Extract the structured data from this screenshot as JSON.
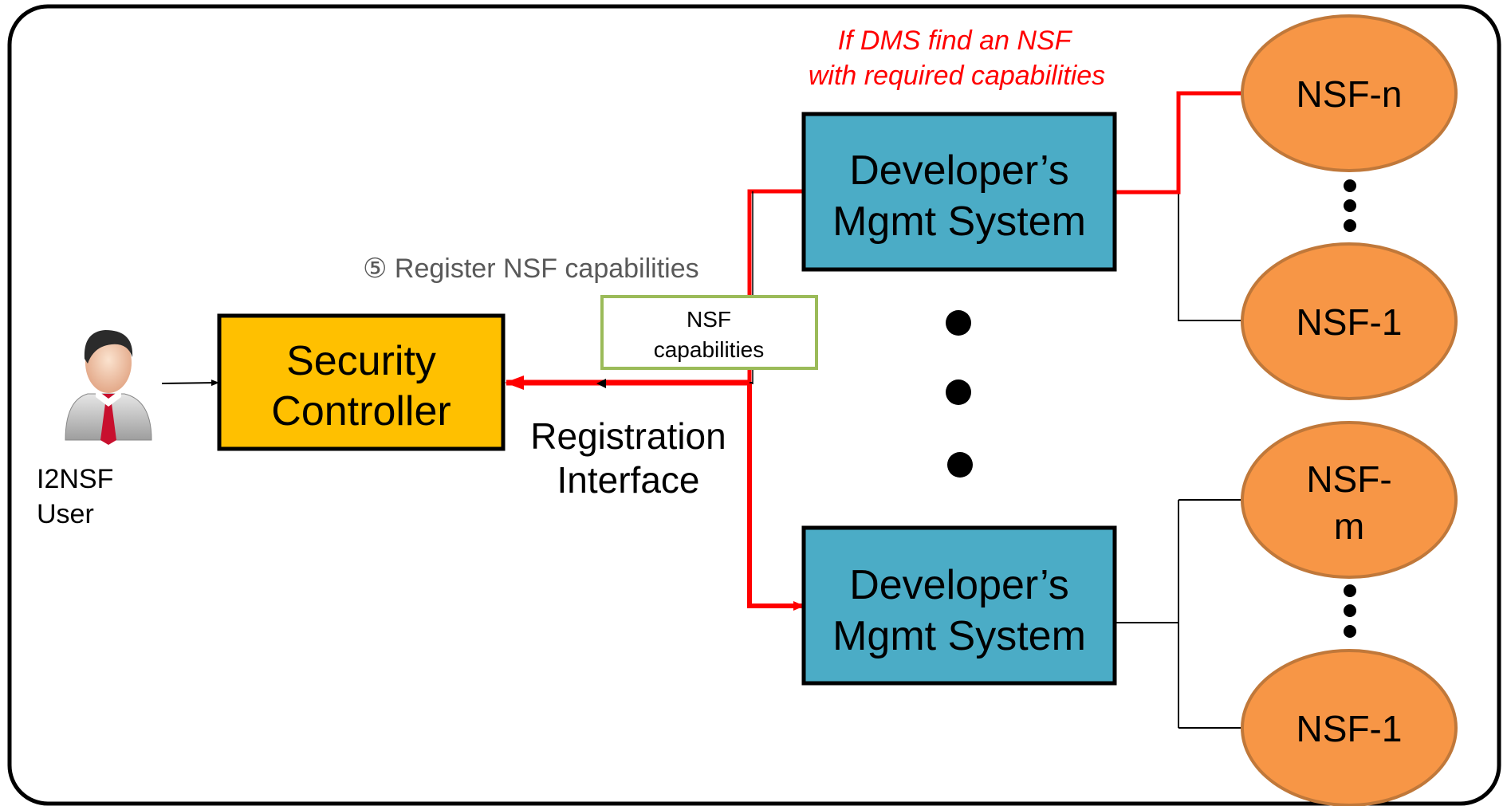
{
  "note": {
    "line1": "If DMS find an NSF",
    "line2": "with required capabilities"
  },
  "step_label": "⑤ Register NSF capabilities",
  "user": {
    "line1": "I2NSF",
    "line2": "User"
  },
  "security_controller": {
    "line1": "Security",
    "line2": "Controller"
  },
  "nsf_capabilities_box": {
    "line1": "NSF",
    "line2": "capabilities"
  },
  "registration_interface": {
    "line1": "Registration",
    "line2": "Interface"
  },
  "dms_top": {
    "line1": "Developer’s",
    "line2": "Mgmt System"
  },
  "dms_bottom": {
    "line1": "Developer’s",
    "line2": "Mgmt System"
  },
  "nsf_nodes": {
    "top_a": "NSF-n",
    "top_b": "NSF-1",
    "bottom_a_line1": "NSF-",
    "bottom_a_line2": "m",
    "bottom_b": "NSF-1"
  },
  "colors": {
    "controller_fill": "#FFC000",
    "dms_fill": "#4BACC6",
    "nsf_fill": "#F79646",
    "nsf_stroke": "#C0783A",
    "highlight": "#FF0000",
    "capabilities_border": "#9BBB59",
    "step_text": "#595959"
  }
}
